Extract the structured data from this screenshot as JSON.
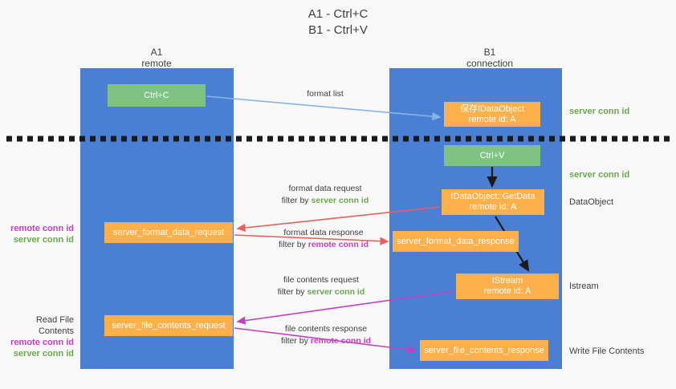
{
  "title": "A1 - Ctrl+C\nB1 - Ctrl+V",
  "colors": {
    "lane": "#4a7fd4",
    "green_node": "#7ec384",
    "orange_node": "#fbb04c",
    "server_conn_id": "#6aa84f",
    "remote_conn_id": "#c33fc3",
    "arrow_blue": "#86b5e8",
    "arrow_red": "#e8605a",
    "arrow_magenta": "#c33fc3",
    "arrow_black": "#1a1a1a",
    "background": "#f8f8f8"
  },
  "columns": [
    {
      "id": "a1",
      "title": "A1",
      "subtitle": "remote",
      "header": "A1\nremote"
    },
    {
      "id": "b1",
      "title": "B1",
      "subtitle": "connection",
      "header": "B1\nconnection"
    }
  ],
  "nodes": [
    {
      "id": "ctrl-c",
      "label": "Ctrl+C",
      "color": "green",
      "lane": "a1"
    },
    {
      "id": "idataobject",
      "label": "保存IDataObject\nremote id: A",
      "color": "orange",
      "lane": "b1"
    },
    {
      "id": "ctrl-v",
      "label": "Ctrl+V",
      "color": "green",
      "lane": "b1"
    },
    {
      "id": "idataobject-getdata",
      "label": "IDataObject::GetData\nremote id: A",
      "color": "orange",
      "lane": "b1"
    },
    {
      "id": "server-format-data-request",
      "label": "server_format_data_request",
      "color": "orange",
      "lane": "a1"
    },
    {
      "id": "server-format-data-response",
      "label": "server_format_data_response",
      "color": "orange",
      "lane": "b1"
    },
    {
      "id": "istream",
      "label": "IStream\nremote id: A",
      "color": "orange",
      "lane": "b1"
    },
    {
      "id": "server-file-contents-request",
      "label": "server_file_contents_request",
      "color": "orange",
      "lane": "a1"
    },
    {
      "id": "server-file-contents-response",
      "label": "server_file_contents_response",
      "color": "orange",
      "lane": "b1"
    }
  ],
  "right_labels": [
    {
      "id": "server-conn-id-1",
      "text": "server conn id",
      "style": "green"
    },
    {
      "id": "server-conn-id-2",
      "text": "server conn id",
      "style": "green"
    },
    {
      "id": "dataobject",
      "text": "DataObject",
      "style": "plain"
    },
    {
      "id": "istream",
      "text": "Istream",
      "style": "plain"
    },
    {
      "id": "write-file",
      "text": "Write File Contents",
      "style": "plain"
    }
  ],
  "left_labels": [
    {
      "id": "format-data-conn",
      "heading": "",
      "remote": "remote conn id",
      "server": "server conn id"
    },
    {
      "id": "read-file-contents",
      "heading": "Read File Contents",
      "remote": "remote conn id",
      "server": "server conn id"
    }
  ],
  "edges": [
    {
      "id": "format-list",
      "line1_a": "format list",
      "line1_b": "",
      "line2_a": "",
      "line2_key": "",
      "line2_b": ""
    },
    {
      "id": "format-data-request",
      "line1_a": "format data request",
      "line1_b": "",
      "line2_a": "filter by ",
      "line2_key": "server conn id",
      "line2_b": ""
    },
    {
      "id": "format-data-response",
      "line1_a": "format data response",
      "line1_b": "",
      "line2_a": "filter by ",
      "line2_key": "remote conn id",
      "line2_b": ""
    },
    {
      "id": "file-contents-request",
      "line1_a": "file contents request",
      "line1_b": "",
      "line2_a": "filter by ",
      "line2_key": "server conn id",
      "line2_b": ""
    },
    {
      "id": "file-contents-response",
      "line1_a": "file contents response",
      "line1_b": "",
      "line2_a": "filter by ",
      "line2_key": "remote conn id",
      "line2_b": ""
    }
  ]
}
